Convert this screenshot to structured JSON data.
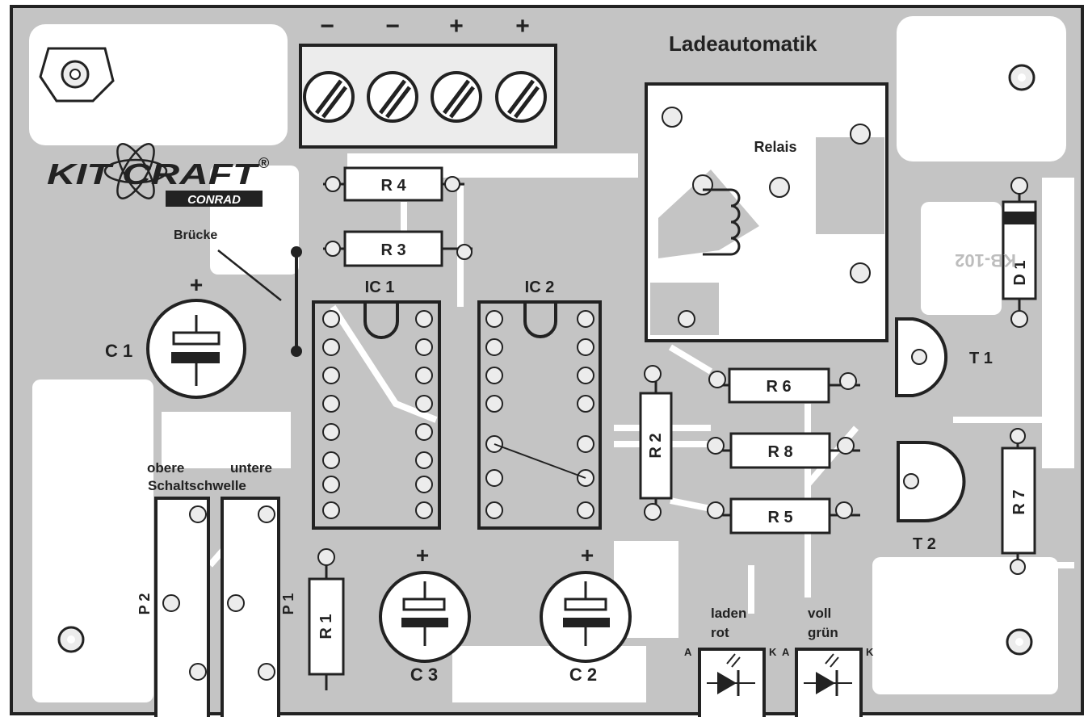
{
  "board": {
    "title": "Ladeautomatik",
    "colors": {
      "background": "#ffffff",
      "copper": "#c4c4c4",
      "ink": "#1c1c1c",
      "pad": "#ececec"
    }
  },
  "logo": {
    "brand": "KIT CRAFT",
    "registered": "®",
    "sub": "CONRAD"
  },
  "terminal": {
    "polarities": [
      "−",
      "−",
      "+",
      "+"
    ]
  },
  "components": {
    "R4": "R 4",
    "R3": "R 3",
    "R6": "R 6",
    "R8": "R 8",
    "R5": "R 5",
    "R2": "R 2",
    "R7": "R 7",
    "R1": "R 1",
    "IC1": "IC 1",
    "IC2": "IC 2",
    "C1": "C 1",
    "C2": "C 2",
    "C3": "C 3",
    "T1": "T 1",
    "T2": "T 2",
    "D1": "D 1",
    "P1": "P 1",
    "P2": "P 2",
    "relay": "Relais",
    "bridge": "Brücke",
    "plus": "+"
  },
  "thresholds": {
    "upper_1": "obere",
    "lower_1": "untere",
    "line_2": "Schaltschwelle"
  },
  "leds": {
    "charge_1": "laden",
    "charge_2": "rot",
    "full_1": "voll",
    "full_2": "grün",
    "anode": "A",
    "cathode": "K"
  },
  "board_code": "KB-102"
}
